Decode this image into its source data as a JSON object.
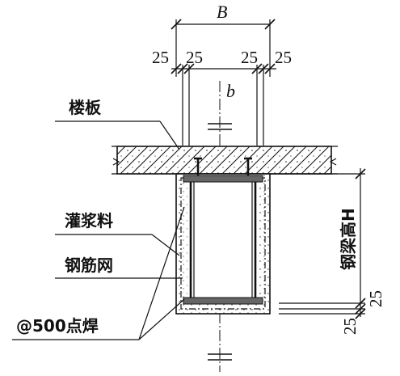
{
  "dims": {
    "B": "B",
    "b": "b",
    "d25": "25"
  },
  "labels": {
    "slab": "楼板",
    "grout": "灌浆料",
    "mesh": "钢筋网",
    "weld": "@500点焊",
    "beam_height": "钢梁高H"
  }
}
